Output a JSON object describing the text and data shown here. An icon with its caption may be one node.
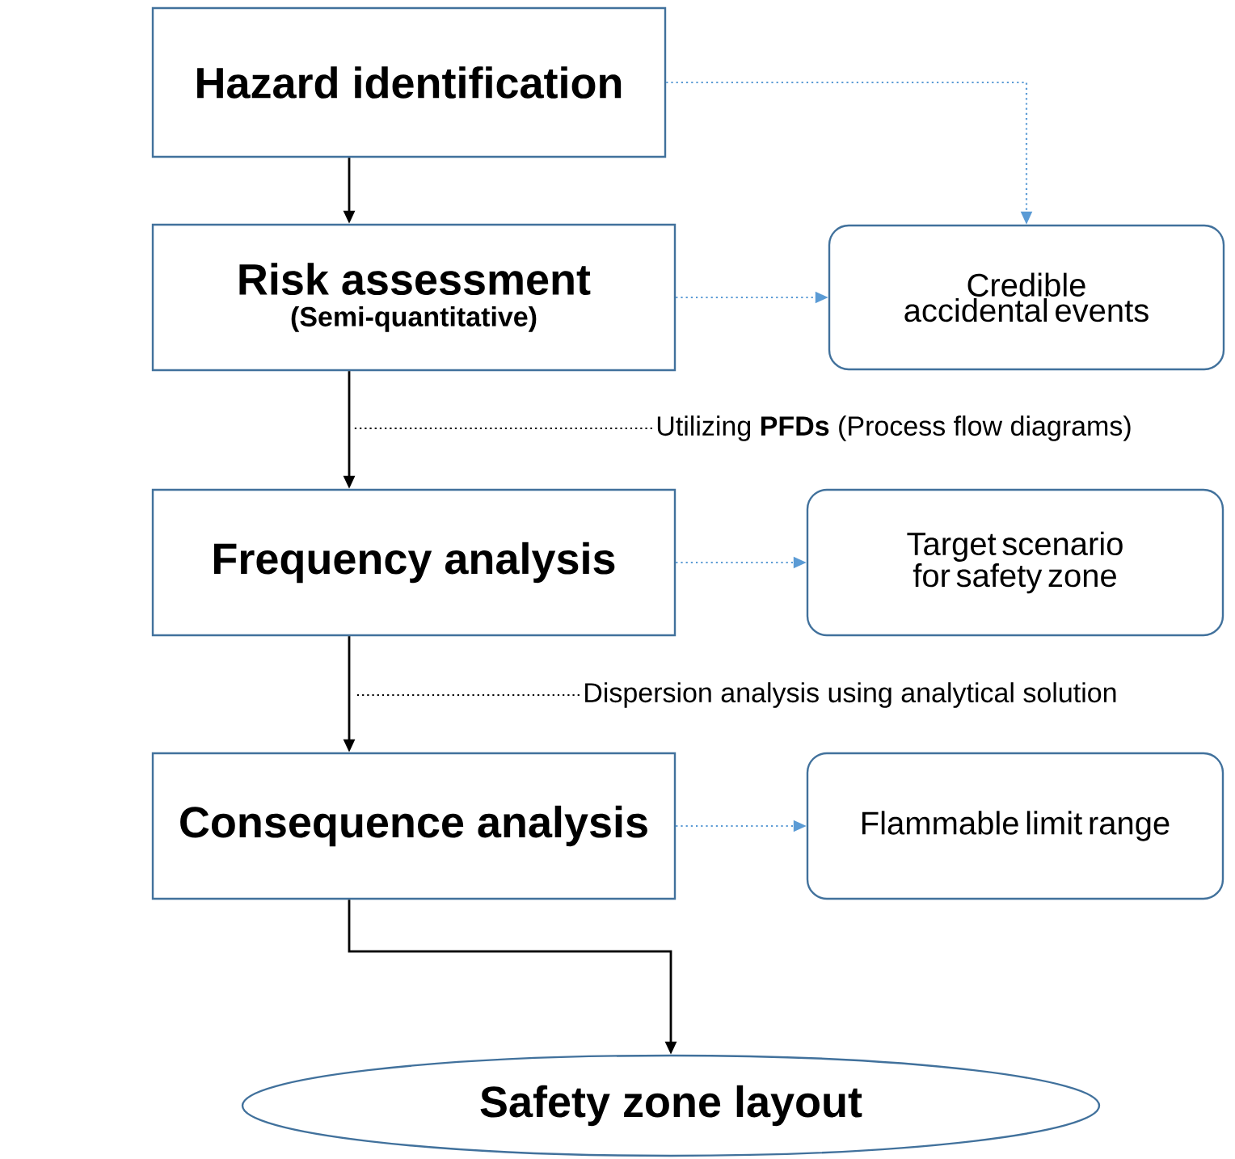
{
  "diagram": {
    "nodes": [
      {
        "text": [
          "Hazard identification"
        ]
      },
      {
        "text": [
          "Risk assessment",
          "(Semi-quantitative)"
        ]
      },
      {
        "text": [
          "Credible accidental events"
        ]
      },
      {
        "text": [
          "Utilizing **PFDs** (Process flow diagrams)"
        ]
      },
      {
        "text": [
          "Frequency analysis"
        ]
      },
      {
        "text": [
          "Target scenario for safety zone"
        ]
      },
      {
        "text": [
          "Dispersion analysis using analytical solution"
        ]
      },
      {
        "text": [
          "Consequence analysis"
        ]
      },
      {
        "text": [
          "Flammable limit range"
        ]
      },
      {
        "text": [
          "Safety zone layout"
        ]
      }
    ],
    "edges": [
      {
        "from": 0,
        "to": 1,
        "arrow": "to"
      },
      {
        "from": 1,
        "to": 4,
        "arrow": "to"
      },
      {
        "from": 4,
        "to": 7,
        "arrow": "to"
      },
      {
        "from": 7,
        "to": 9,
        "arrow": "to"
      },
      {
        "from": 0,
        "to": 2,
        "arrow": "to",
        "style": "dashed",
        "color": "#5b9bd5"
      },
      {
        "from": 1,
        "to": 2,
        "arrow": "to",
        "style": "dashed",
        "color": "#5b9bd5"
      },
      {
        "from": 4,
        "to": 5,
        "arrow": "to",
        "style": "dashed",
        "color": "#5b9bd5"
      },
      {
        "from": 7,
        "to": 8,
        "arrow": "to",
        "style": "dashed",
        "color": "#5b9bd5"
      },
      {
        "from": 3,
        "to": null,
        "arrow": "none",
        "style": "dashed"
      },
      {
        "from": 6,
        "to": null,
        "arrow": "none",
        "style": "dashed"
      }
    ]
  }
}
